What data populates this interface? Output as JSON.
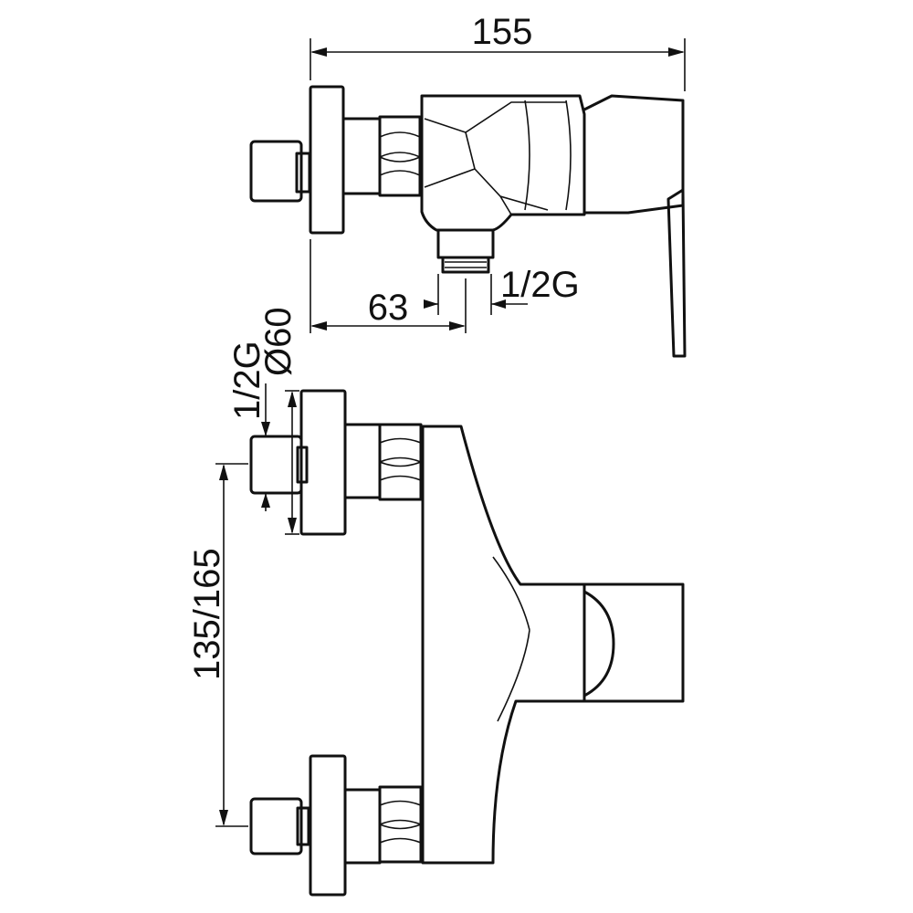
{
  "dimensions": {
    "overall_width": "155",
    "projection": "63",
    "outlet_thread_top": "1/2G",
    "inlet_thread": "1/2G",
    "flange_diameter": "Ø60",
    "centre_distance": "135/165"
  },
  "colors": {
    "line": "#111111",
    "background": "#ffffff"
  }
}
